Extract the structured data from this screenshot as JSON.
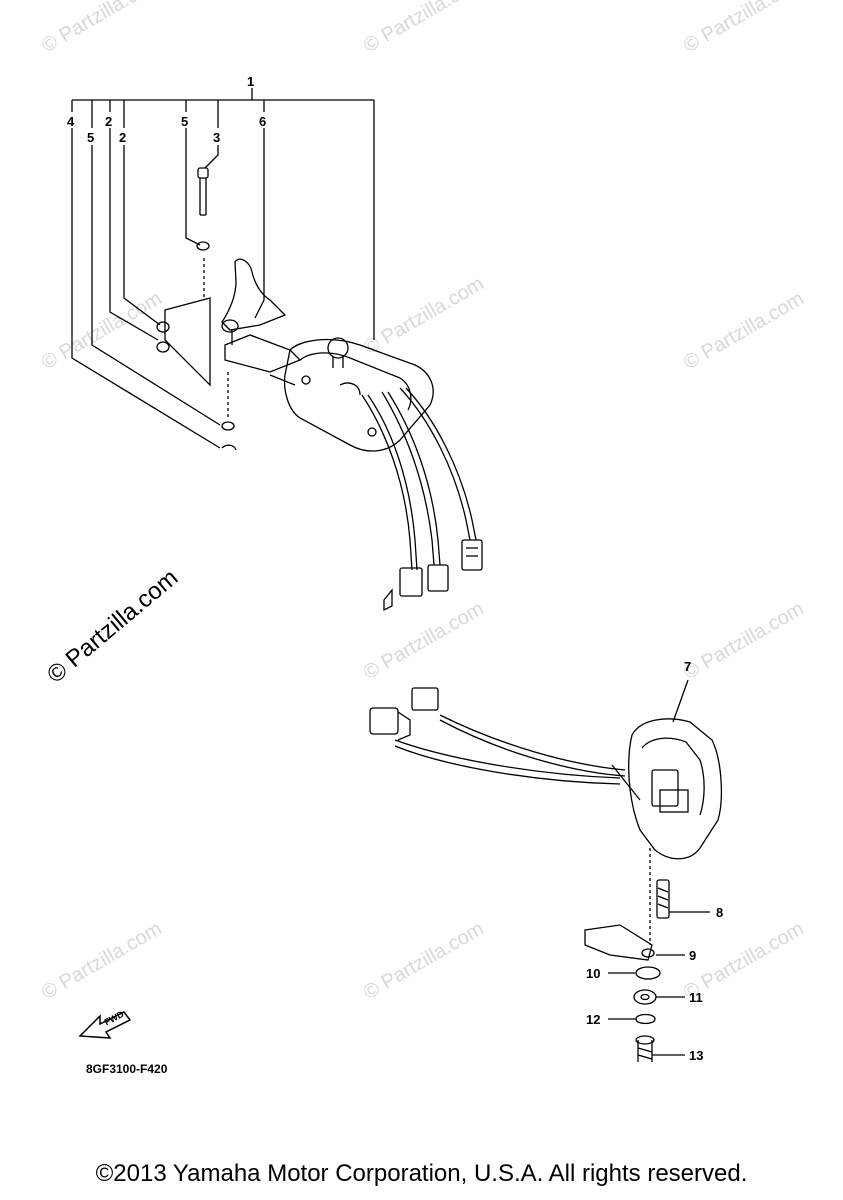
{
  "diagram": {
    "code": "8GF3100-F420",
    "copyright": "©2013 Yamaha Motor Corporation, U.S.A. All rights reserved.",
    "fwd_label": "FWD",
    "watermark": "© Partzilla.com",
    "callouts": {
      "c1": "1",
      "c2a": "2",
      "c2b": "2",
      "c3": "3",
      "c4": "4",
      "c5a": "5",
      "c5b": "5",
      "c6": "6",
      "c7": "7",
      "c8": "8",
      "c9": "9",
      "c10": "10",
      "c11": "11",
      "c12": "12",
      "c13": "13"
    }
  }
}
